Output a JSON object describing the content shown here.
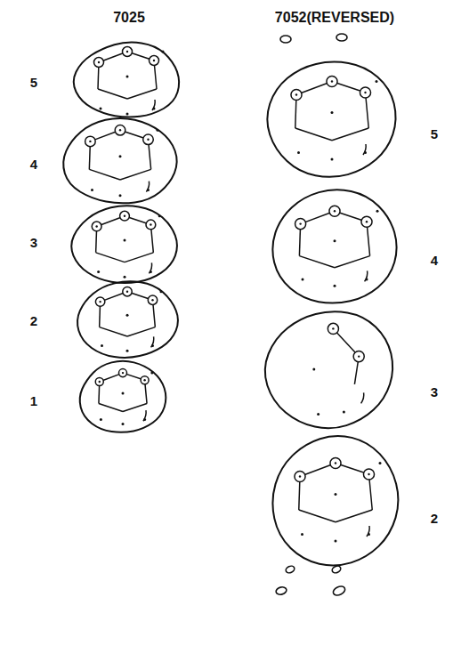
{
  "diagram": {
    "labels": [
      "7025",
      "7052(REVERSED)",
      "5",
      "4",
      "3",
      "2",
      "1",
      "5",
      "4",
      "3",
      "2"
    ]
  }
}
